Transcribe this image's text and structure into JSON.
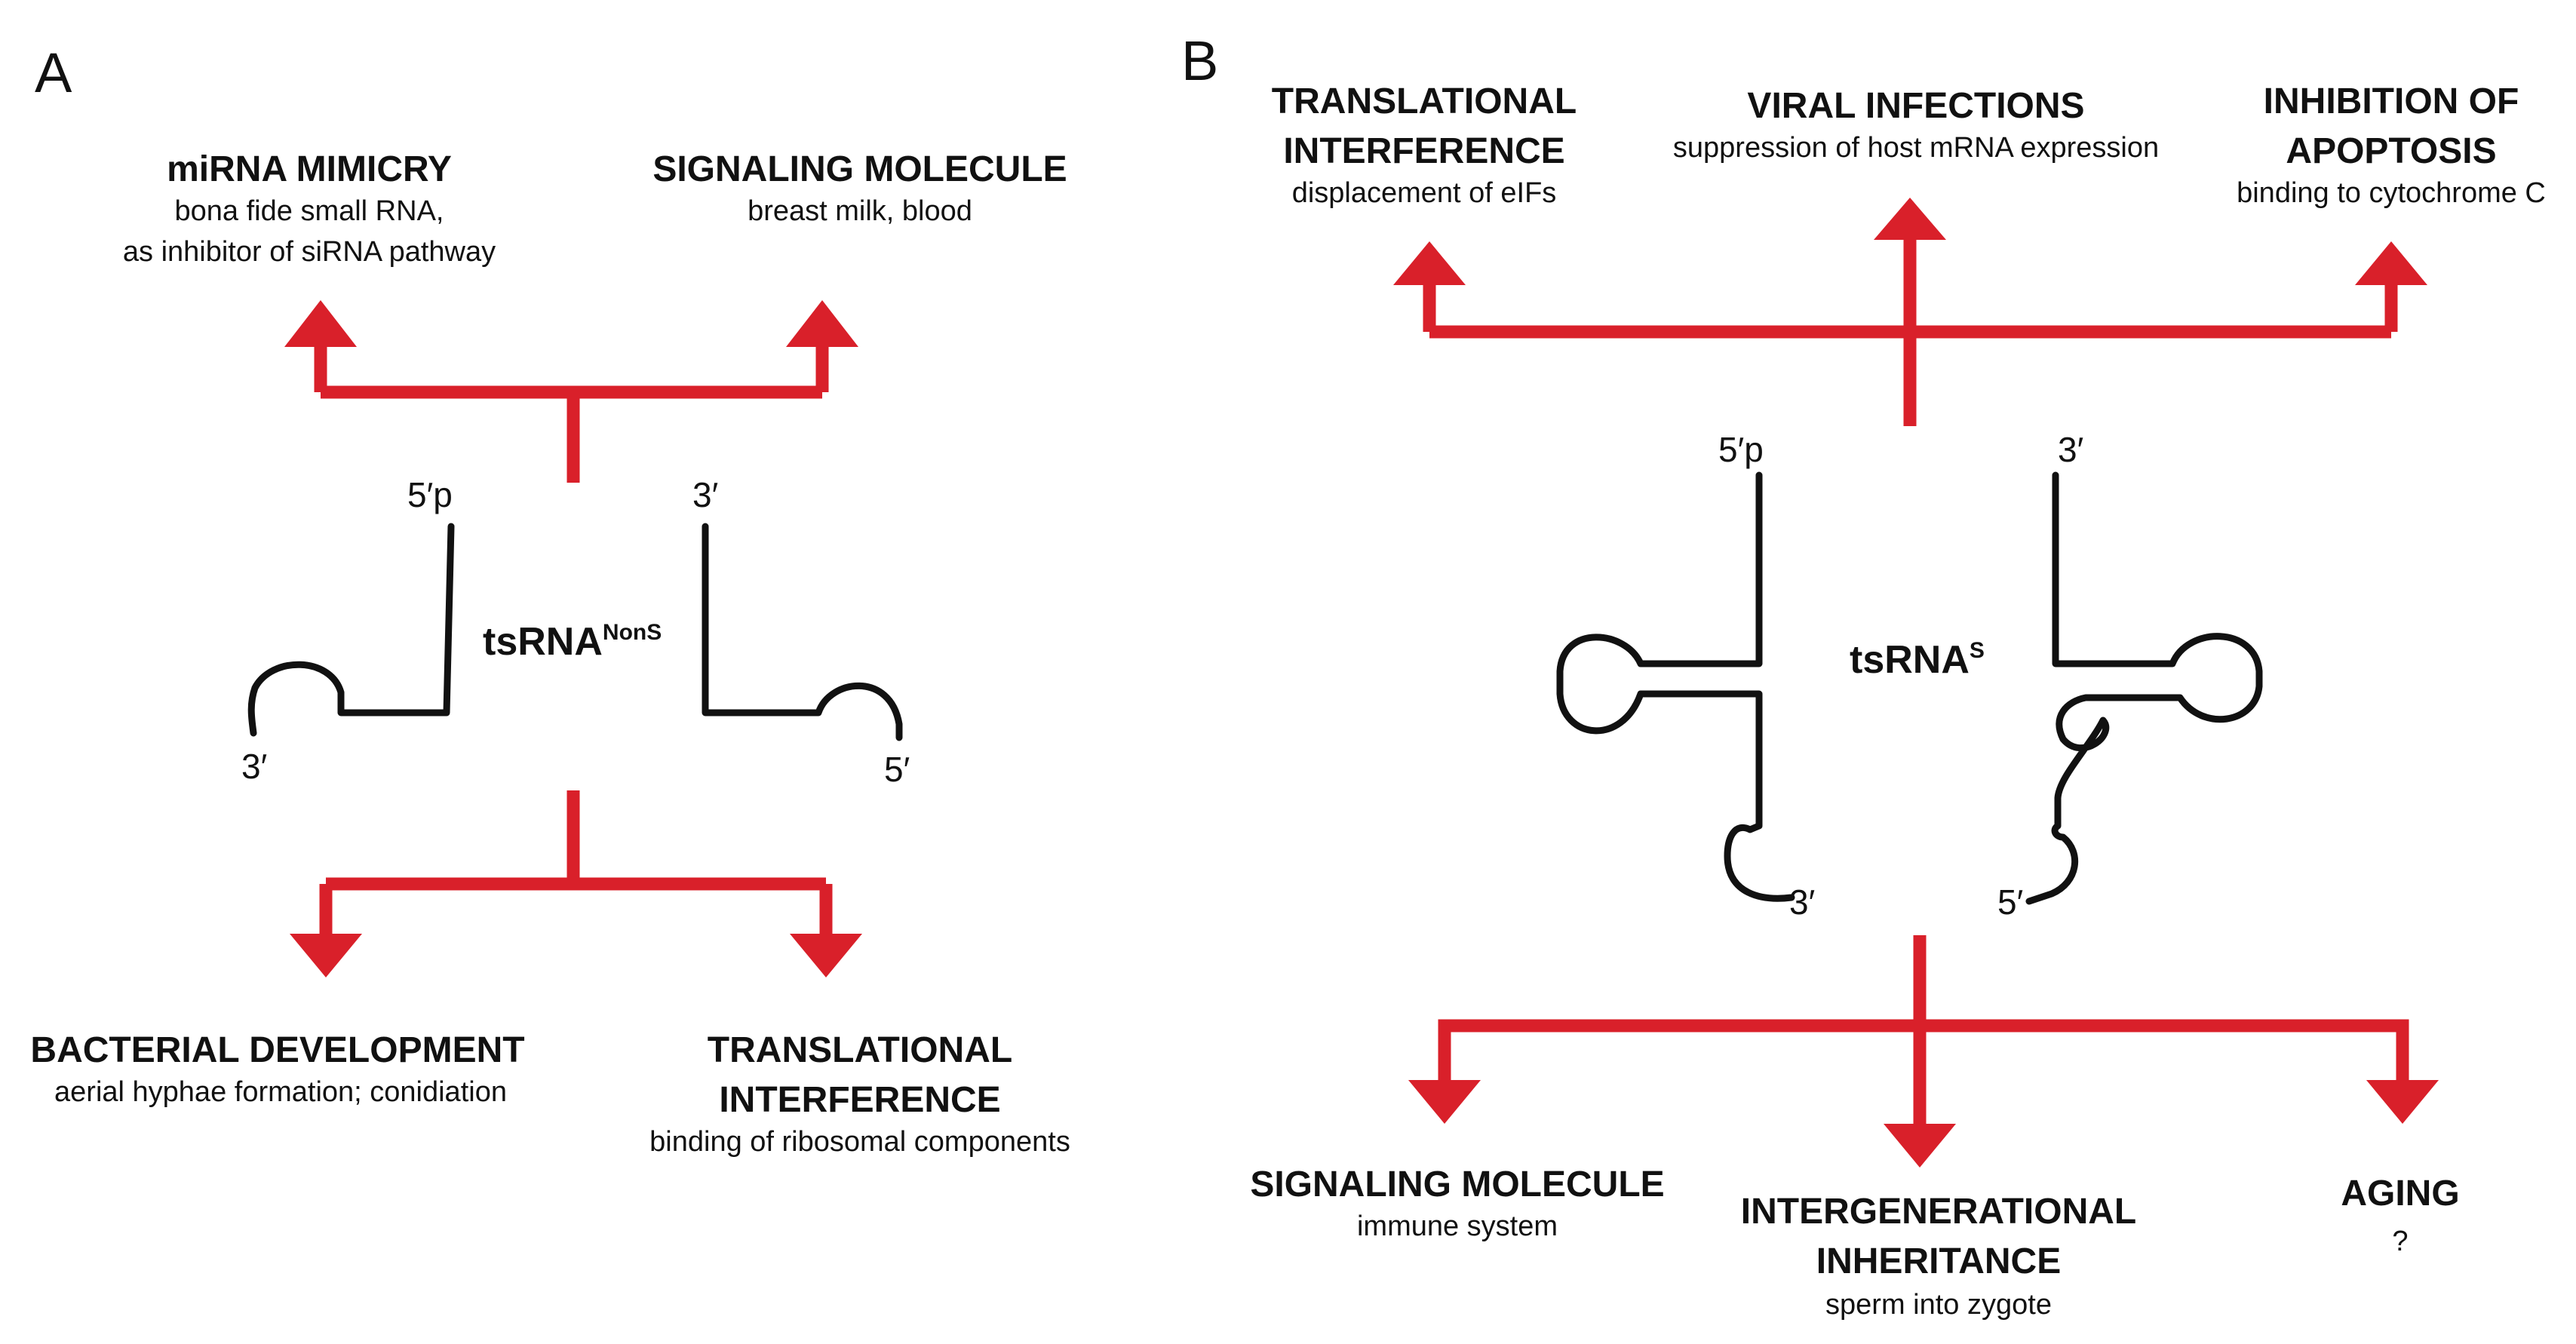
{
  "panel_a": {
    "letter": "A",
    "center": {
      "main": "tsRNA",
      "sup": "NonS"
    },
    "ends": {
      "left_top": "5′p",
      "left_bottom": "3′",
      "right_top": "3′",
      "right_bottom": "5′"
    },
    "top_left": {
      "title": "miRNA MIMICRY",
      "desc1": "bona fide small RNA,",
      "desc2": "as inhibitor of siRNA pathway"
    },
    "top_right": {
      "title": "SIGNALING MOLECULE",
      "desc1": "breast milk, blood"
    },
    "bottom_left": {
      "title": "BACTERIAL DEVELOPMENT",
      "desc1": "aerial hyphae formation; conidiation"
    },
    "bottom_right": {
      "title1": "TRANSLATIONAL",
      "title2": "INTERFERENCE",
      "desc1": "binding of ribosomal components"
    }
  },
  "panel_b": {
    "letter": "B",
    "center": {
      "main": "tsRNA",
      "sup": "S"
    },
    "ends": {
      "left_top": "5′p",
      "left_bottom": "3′",
      "right_top": "3′",
      "right_bottom": "5′"
    },
    "top_left": {
      "title1": "TRANSLATIONAL",
      "title2": "INTERFERENCE",
      "desc1": "displacement of eIFs"
    },
    "top_mid": {
      "title": "VIRAL INFECTIONS",
      "desc1": "suppression of host mRNA expression"
    },
    "top_right": {
      "title1": "INHIBITION OF",
      "title2": "APOPTOSIS",
      "desc1": "binding to cytochrome C"
    },
    "bottom_left": {
      "title": "SIGNALING MOLECULE",
      "desc1": "immune system"
    },
    "bottom_mid": {
      "title1": "INTERGENERATIONAL",
      "title2": "INHERITANCE",
      "desc1": "sperm into zygote"
    },
    "bottom_right": {
      "title": "AGING",
      "desc1": "?"
    }
  },
  "colors": {
    "arrow": "#d9202a",
    "rna": "#111111"
  }
}
